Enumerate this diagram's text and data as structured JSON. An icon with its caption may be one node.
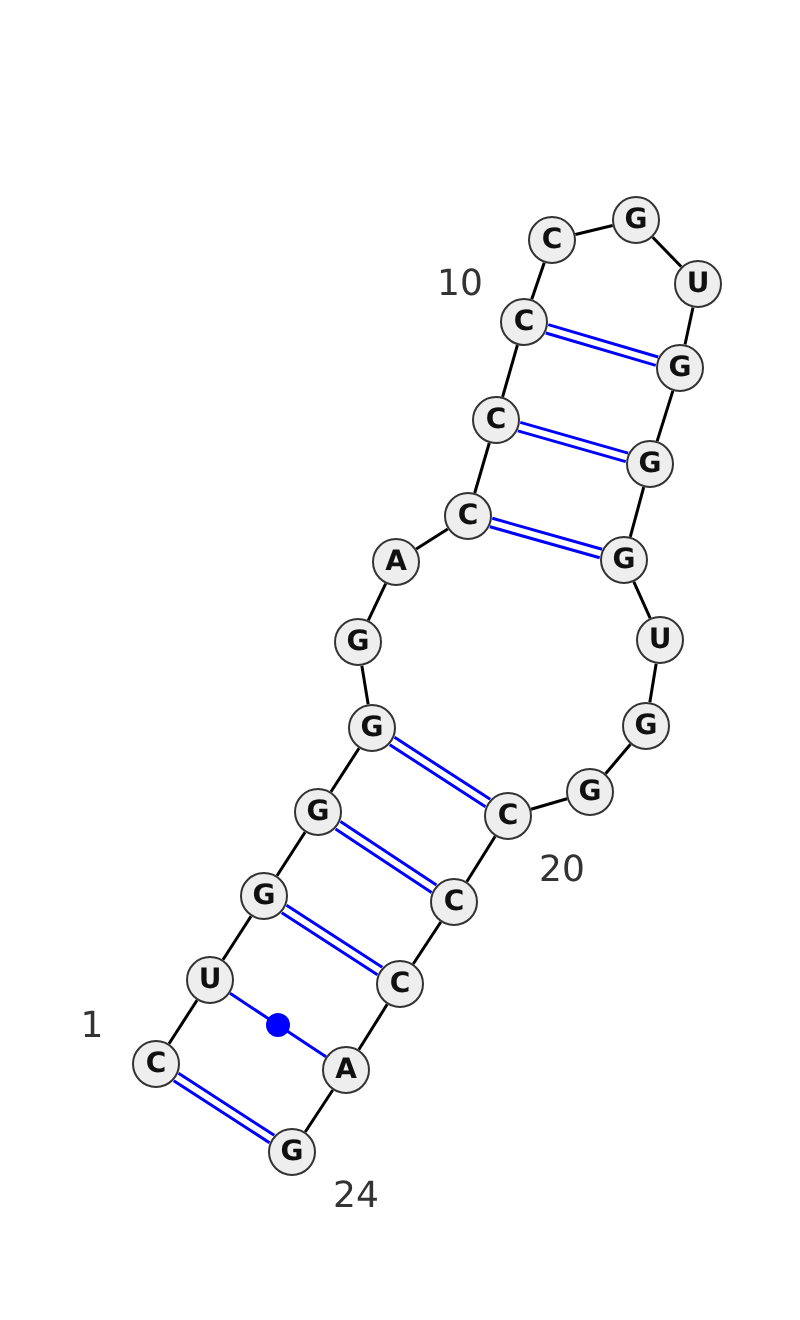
{
  "diagram": {
    "nodes": [
      {
        "text": [
          "C"
        ]
      },
      {
        "text": [
          "U"
        ]
      },
      {
        "text": [
          "G"
        ]
      },
      {
        "text": [
          "G"
        ]
      },
      {
        "text": [
          "G"
        ]
      },
      {
        "text": [
          "G"
        ]
      },
      {
        "text": [
          "A"
        ]
      },
      {
        "text": [
          "C"
        ]
      },
      {
        "text": [
          "C"
        ]
      },
      {
        "text": [
          "C"
        ]
      },
      {
        "text": [
          "C"
        ]
      },
      {
        "text": [
          "G"
        ]
      },
      {
        "text": [
          "U"
        ]
      },
      {
        "text": [
          "G"
        ]
      },
      {
        "text": [
          "G"
        ]
      },
      {
        "text": [
          "G"
        ]
      },
      {
        "text": [
          "U"
        ]
      },
      {
        "text": [
          "G"
        ]
      },
      {
        "text": [
          "G"
        ]
      },
      {
        "text": [
          "C"
        ]
      },
      {
        "text": [
          "C"
        ]
      },
      {
        "text": [
          "C"
        ]
      },
      {
        "text": [
          "A"
        ]
      },
      {
        "text": [
          "G"
        ]
      }
    ],
    "edges": [
      {
        "from": 0,
        "to": 1,
        "arrow": "none"
      },
      {
        "from": 1,
        "to": 2,
        "arrow": "none"
      },
      {
        "from": 2,
        "to": 3,
        "arrow": "none"
      },
      {
        "from": 3,
        "to": 4,
        "arrow": "none"
      },
      {
        "from": 4,
        "to": 5,
        "arrow": "none"
      },
      {
        "from": 5,
        "to": 6,
        "arrow": "none"
      },
      {
        "from": 6,
        "to": 7,
        "arrow": "none"
      },
      {
        "from": 7,
        "to": 8,
        "arrow": "none"
      },
      {
        "from": 8,
        "to": 9,
        "arrow": "none"
      },
      {
        "from": 9,
        "to": 10,
        "arrow": "none"
      },
      {
        "from": 10,
        "to": 11,
        "arrow": "none"
      },
      {
        "from": 11,
        "to": 12,
        "arrow": "none"
      },
      {
        "from": 12,
        "to": 13,
        "arrow": "none"
      },
      {
        "from": 13,
        "to": 14,
        "arrow": "none"
      },
      {
        "from": 14,
        "to": 15,
        "arrow": "none"
      },
      {
        "from": 15,
        "to": 16,
        "arrow": "none"
      },
      {
        "from": 16,
        "to": 17,
        "arrow": "none"
      },
      {
        "from": 17,
        "to": 18,
        "arrow": "none"
      },
      {
        "from": 18,
        "to": 19,
        "arrow": "none"
      },
      {
        "from": 19,
        "to": 20,
        "arrow": "none"
      },
      {
        "from": 20,
        "to": 21,
        "arrow": "none"
      },
      {
        "from": 21,
        "to": 22,
        "arrow": "none"
      },
      {
        "from": 22,
        "to": 23,
        "arrow": "none"
      },
      {
        "from": 0,
        "to": 23,
        "arrow": "none",
        "color": "#0000ff"
      },
      {
        "from": 1,
        "to": 22,
        "arrow": "none",
        "color": "#0000ff"
      },
      {
        "from": 2,
        "to": 21,
        "arrow": "none",
        "color": "#0000ff"
      },
      {
        "from": 3,
        "to": 20,
        "arrow": "none",
        "color": "#0000ff"
      },
      {
        "from": 4,
        "to": 19,
        "arrow": "none",
        "color": "#0000ff"
      },
      {
        "from": 7,
        "to": 15,
        "arrow": "none",
        "color": "#0000ff"
      },
      {
        "from": 8,
        "to": 14,
        "arrow": "none",
        "color": "#0000ff"
      },
      {
        "from": 9,
        "to": 13,
        "arrow": "none",
        "color": "#0000ff"
      }
    ],
    "labels": [
      "1",
      "10",
      "20",
      "24"
    ]
  }
}
